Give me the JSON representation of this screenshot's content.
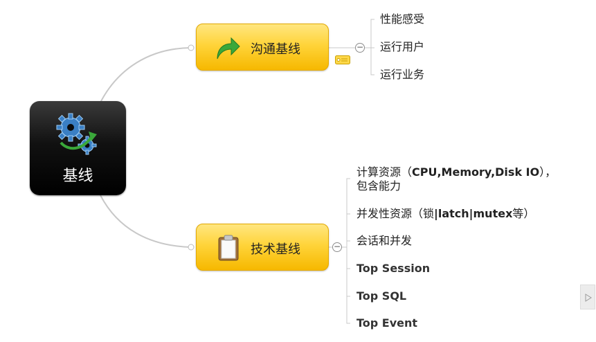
{
  "root": {
    "title": "基线",
    "icon": "gears-icon"
  },
  "branches": [
    {
      "title": "沟通基线",
      "icon": "curved-arrow-icon",
      "collapse_symbol": "−",
      "tag_icon": "tag-icon",
      "children": [
        "性能感受",
        "运行用户",
        "运行业务"
      ]
    },
    {
      "title": "技术基线",
      "icon": "clipboard-icon",
      "collapse_symbol": "−",
      "children_rich": [
        {
          "parts": [
            "计算资源（",
            "CPU,Memory,Disk IO",
            "），包含能力"
          ]
        },
        {
          "parts": [
            "并发性资源（锁",
            "|latch|mutex",
            "等）"
          ]
        },
        {
          "parts": [
            "会话和并发"
          ]
        }
      ],
      "children_bold": [
        "Top Session",
        "Top SQL",
        "Top Event"
      ]
    }
  ],
  "scroll_button": {
    "icon": "triangle-right-icon"
  },
  "colors": {
    "topic_fill": "#ffd43a",
    "topic_border": "#e3a800",
    "root_fill": "#000000",
    "connector": "#c8c8c8",
    "icon_green": "#3aa83a",
    "icon_blue": "#3a7fc4"
  }
}
